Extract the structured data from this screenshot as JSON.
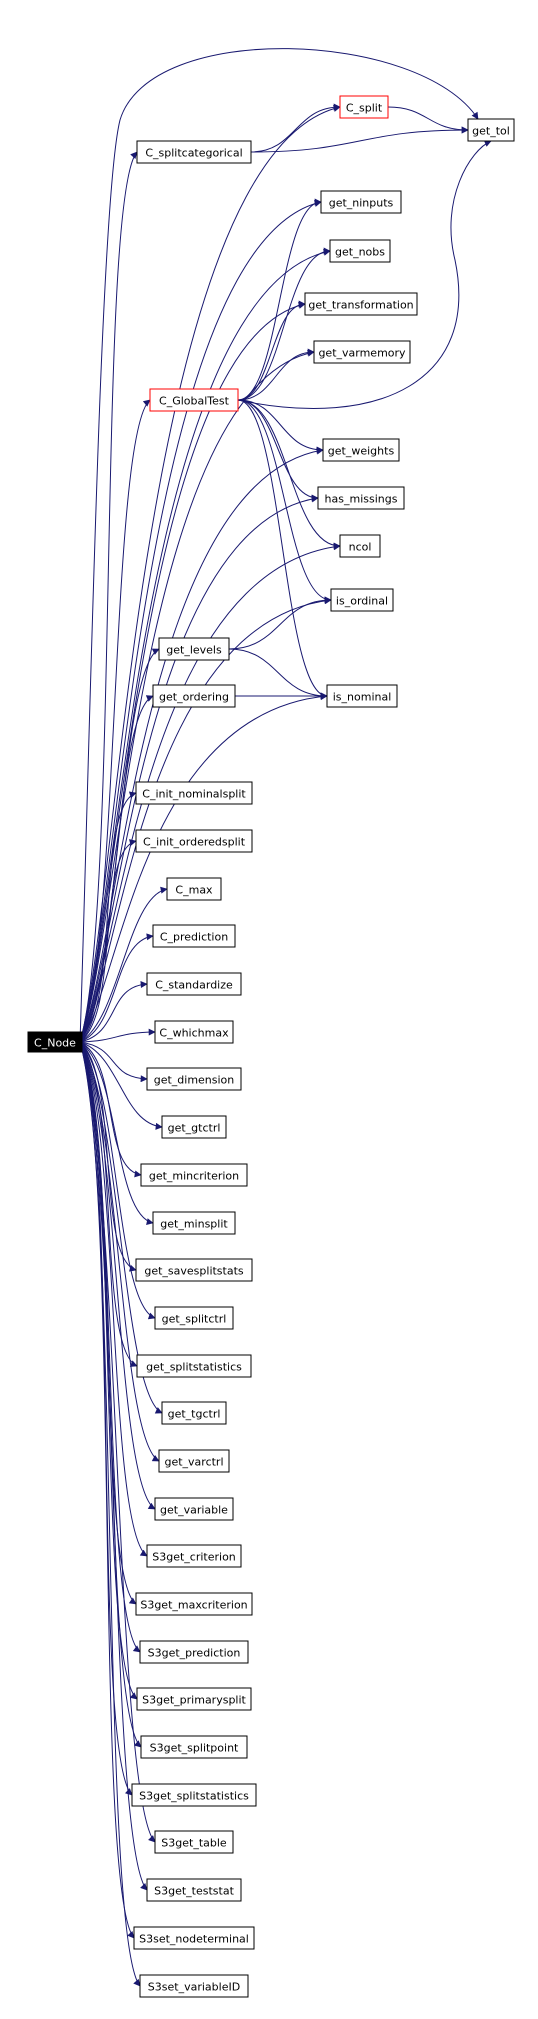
{
  "graph": {
    "root": "c_node",
    "colors": {
      "edge": "#191970",
      "highlight_border": "#ff0000",
      "root_fill": "#000000",
      "node_border": "#000000"
    },
    "nodes": [
      {
        "id": "c_node",
        "label": "C_Node",
        "style": "root"
      },
      {
        "id": "c_split",
        "label": "C_split",
        "style": "red"
      },
      {
        "id": "get_tol",
        "label": "get_tol"
      },
      {
        "id": "c_splitcategorical",
        "label": "C_splitcategorical"
      },
      {
        "id": "get_ninputs",
        "label": "get_ninputs"
      },
      {
        "id": "get_nobs",
        "label": "get_nobs"
      },
      {
        "id": "get_transformation",
        "label": "get_transformation"
      },
      {
        "id": "get_varmemory",
        "label": "get_varmemory"
      },
      {
        "id": "c_globaltest",
        "label": "C_GlobalTest",
        "style": "red"
      },
      {
        "id": "get_weights",
        "label": "get_weights"
      },
      {
        "id": "has_missings",
        "label": "has_missings"
      },
      {
        "id": "ncol",
        "label": "ncol"
      },
      {
        "id": "is_ordinal",
        "label": "is_ordinal"
      },
      {
        "id": "get_levels",
        "label": "get_levels"
      },
      {
        "id": "get_ordering",
        "label": "get_ordering"
      },
      {
        "id": "is_nominal",
        "label": "is_nominal"
      },
      {
        "id": "c_init_nominalsplit",
        "label": "C_init_nominalsplit"
      },
      {
        "id": "c_init_orderedsplit",
        "label": "C_init_orderedsplit"
      },
      {
        "id": "c_max",
        "label": "C_max"
      },
      {
        "id": "c_prediction",
        "label": "C_prediction"
      },
      {
        "id": "c_standardize",
        "label": "C_standardize"
      },
      {
        "id": "c_whichmax",
        "label": "C_whichmax"
      },
      {
        "id": "get_dimension",
        "label": "get_dimension"
      },
      {
        "id": "get_gtctrl",
        "label": "get_gtctrl"
      },
      {
        "id": "get_mincriterion",
        "label": "get_mincriterion"
      },
      {
        "id": "get_minsplit",
        "label": "get_minsplit"
      },
      {
        "id": "get_savesplitstats",
        "label": "get_savesplitstats"
      },
      {
        "id": "get_splitctrl",
        "label": "get_splitctrl"
      },
      {
        "id": "get_splitstatistics",
        "label": "get_splitstatistics"
      },
      {
        "id": "get_tgctrl",
        "label": "get_tgctrl"
      },
      {
        "id": "get_varctrl",
        "label": "get_varctrl"
      },
      {
        "id": "get_variable",
        "label": "get_variable"
      },
      {
        "id": "s3get_criterion",
        "label": "S3get_criterion"
      },
      {
        "id": "s3get_maxcriterion",
        "label": "S3get_maxcriterion"
      },
      {
        "id": "s3get_prediction",
        "label": "S3get_prediction"
      },
      {
        "id": "s3get_primarysplit",
        "label": "S3get_primarysplit"
      },
      {
        "id": "s3get_splitpoint",
        "label": "S3get_splitpoint"
      },
      {
        "id": "s3get_splitstatistics",
        "label": "S3get_splitstatistics"
      },
      {
        "id": "s3get_table",
        "label": "S3get_table"
      },
      {
        "id": "s3get_teststat",
        "label": "S3get_teststat"
      },
      {
        "id": "s3set_nodeterminal",
        "label": "S3set_nodeterminal"
      },
      {
        "id": "s3set_variableid",
        "label": "S3set_variableID"
      }
    ],
    "edges": [
      [
        "c_node",
        "c_split"
      ],
      [
        "c_node",
        "get_tol"
      ],
      [
        "c_node",
        "c_splitcategorical"
      ],
      [
        "c_node",
        "get_ninputs"
      ],
      [
        "c_node",
        "get_nobs"
      ],
      [
        "c_node",
        "get_transformation"
      ],
      [
        "c_node",
        "get_varmemory"
      ],
      [
        "c_node",
        "c_globaltest"
      ],
      [
        "c_node",
        "get_weights"
      ],
      [
        "c_node",
        "has_missings"
      ],
      [
        "c_node",
        "ncol"
      ],
      [
        "c_node",
        "is_ordinal"
      ],
      [
        "c_node",
        "get_levels"
      ],
      [
        "c_node",
        "get_ordering"
      ],
      [
        "c_node",
        "is_nominal"
      ],
      [
        "c_node",
        "c_init_nominalsplit"
      ],
      [
        "c_node",
        "c_init_orderedsplit"
      ],
      [
        "c_node",
        "c_max"
      ],
      [
        "c_node",
        "c_prediction"
      ],
      [
        "c_node",
        "c_standardize"
      ],
      [
        "c_node",
        "c_whichmax"
      ],
      [
        "c_node",
        "get_dimension"
      ],
      [
        "c_node",
        "get_gtctrl"
      ],
      [
        "c_node",
        "get_mincriterion"
      ],
      [
        "c_node",
        "get_minsplit"
      ],
      [
        "c_node",
        "get_savesplitstats"
      ],
      [
        "c_node",
        "get_splitctrl"
      ],
      [
        "c_node",
        "get_splitstatistics"
      ],
      [
        "c_node",
        "get_tgctrl"
      ],
      [
        "c_node",
        "get_varctrl"
      ],
      [
        "c_node",
        "get_variable"
      ],
      [
        "c_node",
        "s3get_criterion"
      ],
      [
        "c_node",
        "s3get_maxcriterion"
      ],
      [
        "c_node",
        "s3get_prediction"
      ],
      [
        "c_node",
        "s3get_primarysplit"
      ],
      [
        "c_node",
        "s3get_splitpoint"
      ],
      [
        "c_node",
        "s3get_splitstatistics"
      ],
      [
        "c_node",
        "s3get_table"
      ],
      [
        "c_node",
        "s3get_teststat"
      ],
      [
        "c_node",
        "s3set_nodeterminal"
      ],
      [
        "c_node",
        "s3set_variableid"
      ],
      [
        "c_split",
        "get_tol"
      ],
      [
        "c_splitcategorical",
        "c_split"
      ],
      [
        "c_splitcategorical",
        "get_tol"
      ],
      [
        "c_globaltest",
        "get_ninputs"
      ],
      [
        "c_globaltest",
        "get_nobs"
      ],
      [
        "c_globaltest",
        "get_transformation"
      ],
      [
        "c_globaltest",
        "get_varmemory"
      ],
      [
        "c_globaltest",
        "get_tol"
      ],
      [
        "c_globaltest",
        "get_weights"
      ],
      [
        "c_globaltest",
        "has_missings"
      ],
      [
        "c_globaltest",
        "ncol"
      ],
      [
        "c_globaltest",
        "is_ordinal"
      ],
      [
        "c_globaltest",
        "is_nominal"
      ],
      [
        "get_levels",
        "is_ordinal"
      ],
      [
        "get_levels",
        "is_nominal"
      ],
      [
        "get_ordering",
        "is_nominal"
      ]
    ]
  }
}
